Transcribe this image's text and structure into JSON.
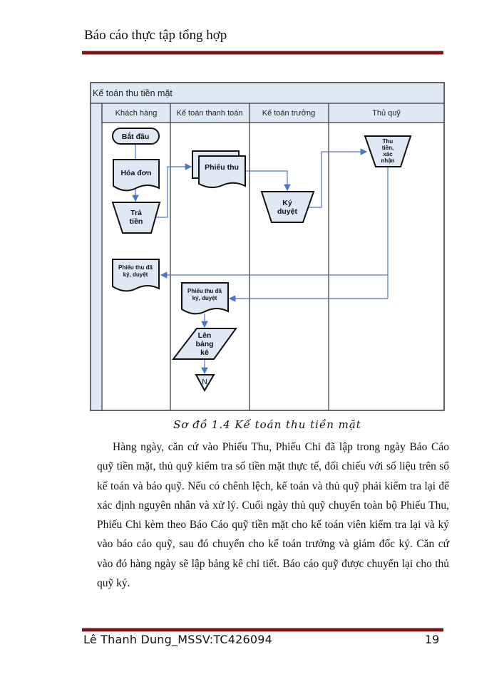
{
  "header": {
    "title": "Báo cáo thực tập tổng hợp"
  },
  "diagram": {
    "title": "Kế toán thu tiền mặt",
    "lanes": [
      "Khách hàng",
      "Kế toán thanh toán",
      "Kế toán trưởng",
      "Thủ quỹ"
    ],
    "nodes": {
      "start": "Bắt đầu",
      "invoice": "Hóa đơn",
      "pay": [
        "Trả",
        "tiền"
      ],
      "receipt": "Phiếu thu",
      "approve": [
        "Ký",
        "duyệt"
      ],
      "collect": [
        "Thu",
        "tiền,",
        "xác",
        "nhận"
      ],
      "signed_receipt_customer": [
        "Phiếu thu đã",
        "ký, duyệt"
      ],
      "signed_receipt_accountant": [
        "Phiếu thu đã",
        "ký, duyệt"
      ],
      "list": [
        "Lên",
        "bảng",
        "kê"
      ],
      "end": "N"
    },
    "colors": {
      "shape_fill": "#dfe8f5",
      "arrow": "#4a78c8",
      "band": "#dfe8f5"
    }
  },
  "caption": "Sơ đồ 1.4  Kế toán thu tiền mặt",
  "body": "Hàng ngày, căn cứ vào Phiếu Thu, Phiếu Chi đã lập trong ngày Báo Cáo quỹ tiền mặt, thủ quỹ kiểm tra số tiền mặt thực tế, đối chiếu với số liệu trên sổ kế toán và báo quỹ. Nếu có chênh lệch, kế toán và thủ quỹ phải kiểm tra lại để xác định nguyên nhân và xử lý. Cuối ngày thủ quỹ chuyển toàn bộ Phiếu Thu, Phiếu Chi kèm theo Báo Cáo quỹ tiền mặt cho kế toán viên kiểm tra lại và ký vào báo cáo quỹ, sau đó chuyển cho kế toán trưởng và  giám đốc ký. Căn cứ vào đó hàng ngày sẽ lập bảng kê chi tiết. Báo cáo quỹ được chuyển lại cho thủ quỹ ký.",
  "footer": {
    "author": "Lê Thanh Dung_MSSV:TC426094",
    "page": "19"
  }
}
